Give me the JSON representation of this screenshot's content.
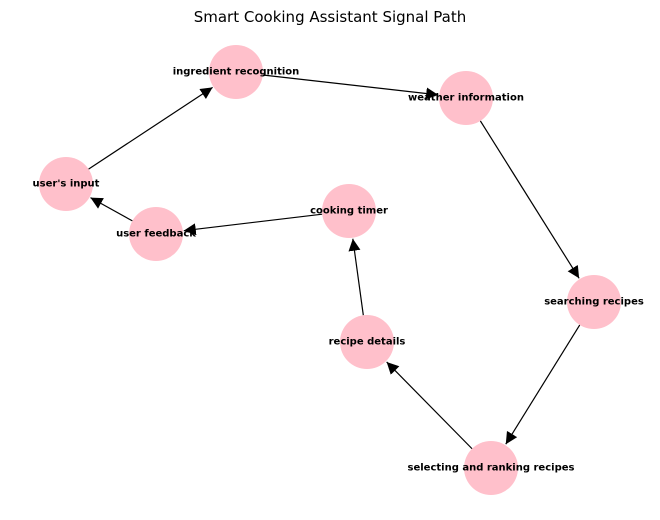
{
  "title": "Smart Cooking Assistant Signal Path",
  "colors": {
    "node_fill": "#ffc0cb",
    "edge": "#000000",
    "text": "#000000",
    "background": "#ffffff"
  },
  "nodes": [
    {
      "id": "users_input",
      "label": "user's input"
    },
    {
      "id": "ingredient_recognition",
      "label": "ingredient recognition"
    },
    {
      "id": "weather_information",
      "label": "weather information"
    },
    {
      "id": "searching_recipes",
      "label": "searching recipes"
    },
    {
      "id": "selecting_ranking",
      "label": "selecting and ranking recipes"
    },
    {
      "id": "recipe_details",
      "label": "recipe details"
    },
    {
      "id": "cooking_timer",
      "label": "cooking timer"
    },
    {
      "id": "user_feedback",
      "label": "user feedback"
    }
  ],
  "edges": [
    {
      "from": "users_input",
      "to": "ingredient_recognition"
    },
    {
      "from": "ingredient_recognition",
      "to": "weather_information"
    },
    {
      "from": "weather_information",
      "to": "searching_recipes"
    },
    {
      "from": "searching_recipes",
      "to": "selecting_ranking"
    },
    {
      "from": "selecting_ranking",
      "to": "recipe_details"
    },
    {
      "from": "recipe_details",
      "to": "cooking_timer"
    },
    {
      "from": "cooking_timer",
      "to": "user_feedback"
    },
    {
      "from": "user_feedback",
      "to": "users_input"
    }
  ]
}
